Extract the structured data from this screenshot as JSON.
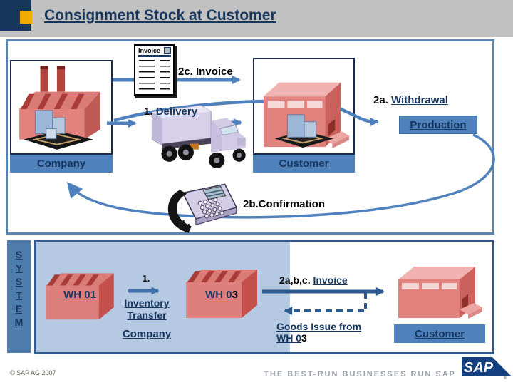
{
  "slide": {
    "title": "Consignment Stock at Customer"
  },
  "upper_flow": {
    "invoice_doc_title": "Invoice",
    "invoice_arrow_label": "2c. Invoice",
    "delivery_prefix": "1. ",
    "delivery_link": "Delivery",
    "company_label": "Company",
    "customer_label": "Customer",
    "withdrawal_prefix": "2a. ",
    "withdrawal_link": "Withdrawal",
    "production_label": "Production",
    "confirmation_label": "2b.Confirmation"
  },
  "system_panel": {
    "letters": [
      "S",
      "Y",
      "S",
      "T",
      "E",
      "M"
    ]
  },
  "lower_flow": {
    "wh01_label": "WH 01",
    "transfer_step": "1.",
    "transfer_line1": "Inventory",
    "transfer_line2": "Transfer",
    "company_label": "Company",
    "wh03_link": "WH 0",
    "wh03_suffix": "3",
    "invoice_prefix": "2a,b,c. ",
    "invoice_link": "Invoice",
    "goods_issue_line1": "Goods Issue from",
    "goods_issue_link": "WH 0",
    "goods_issue_suffix": "3",
    "customer_label": "Customer"
  },
  "footer": {
    "copyright": "© SAP AG 2007",
    "tagline": "THE BEST-RUN BUSINESSES RUN SAP",
    "logo_text": "SAP",
    "registered_mark": "®"
  },
  "icons": {
    "factory": "factory-icon",
    "truck": "delivery-truck-icon",
    "fax": "fax-machine-icon",
    "warehouse": "warehouse-icon",
    "invoice_document": "invoice-document-icon",
    "sap_logo": "sap-logo"
  },
  "colors": {
    "navy": "#17365d",
    "steel_blue": "#4f81bd",
    "panel_light_blue": "#b6c9e2",
    "border_blue": "#2e5a90",
    "sap_gold": "#f0ab00",
    "titlebar_gray": "#c1c1c1",
    "logo_blue": "#15407f"
  }
}
